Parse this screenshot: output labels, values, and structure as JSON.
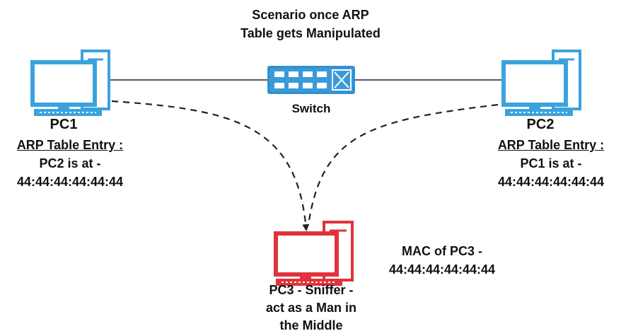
{
  "colors": {
    "pc_blue": "#3aa3dd",
    "pc_blue_dark": "#1f7fb8",
    "sniffer_red": "#e0333c",
    "sniffer_red_dark": "#b81f29",
    "switch_blue": "#3a9ad9",
    "line": "#222222"
  },
  "icons": {
    "pc1": "desktop-computer-icon",
    "pc2": "desktop-computer-icon",
    "pc3": "desktop-computer-icon",
    "switch": "network-switch-icon"
  },
  "title": {
    "line1": "Scenario once ARP",
    "line2": "Table gets Manipulated"
  },
  "nodes": {
    "pc1": {
      "name": "PC1"
    },
    "pc2": {
      "name": "PC2"
    },
    "switch": {
      "name": "Switch"
    },
    "pc3": {
      "line1": "PC3 - Sniffer -",
      "line2": "act as a Man in",
      "line3": "the Middle"
    }
  },
  "arp_pc1": {
    "heading": "ARP Table Entry :",
    "line1": "PC2 is at -",
    "line2": "44:44:44:44:44:44"
  },
  "arp_pc2": {
    "heading": "ARP Table Entry :",
    "line1": "PC1 is at -",
    "line2": "44:44:44:44:44:44"
  },
  "mac_pc3": {
    "line1": "MAC of PC3 -",
    "line2": "44:44:44:44:44:44"
  }
}
